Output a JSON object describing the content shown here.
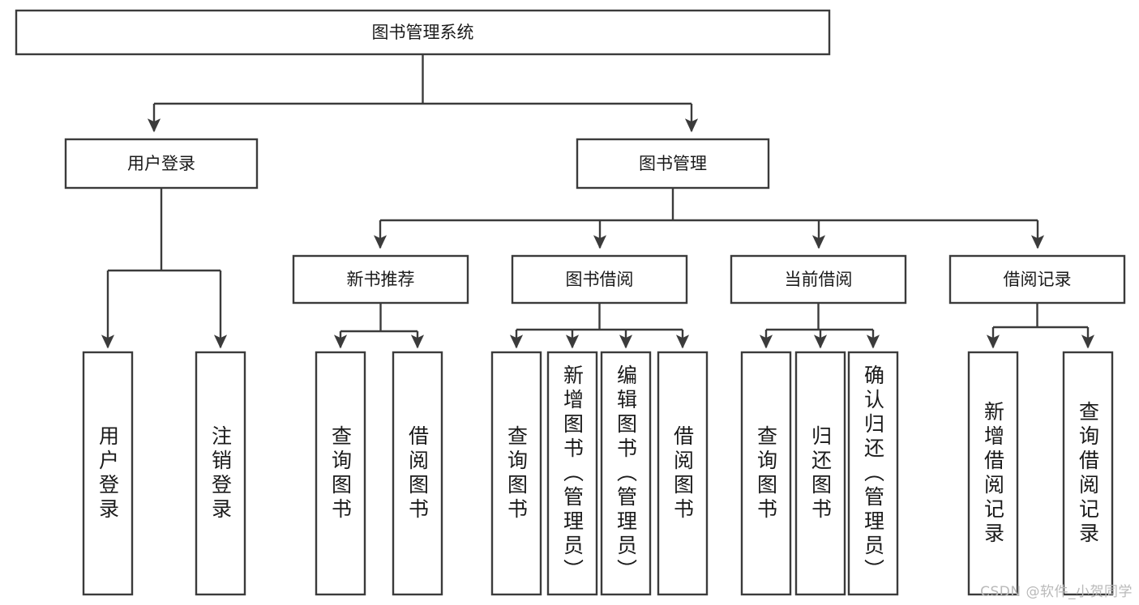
{
  "diagram": {
    "title_node": {
      "label": "图书管理系统"
    },
    "level2": [
      {
        "id": "user-login",
        "label": "用户登录"
      },
      {
        "id": "book-management",
        "label": "图书管理"
      }
    ],
    "level3": [
      {
        "id": "new-book-recommend",
        "label": "新书推荐"
      },
      {
        "id": "book-borrow",
        "label": "图书借阅"
      },
      {
        "id": "current-borrow",
        "label": "当前借阅"
      },
      {
        "id": "borrow-record",
        "label": "借阅记录"
      }
    ],
    "leaves": {
      "user-login": [
        {
          "id": "leaf-user-login",
          "label": "用户登录"
        },
        {
          "id": "leaf-logout-login",
          "label": "注销登录"
        }
      ],
      "new-book-recommend": [
        {
          "id": "leaf-query-book-1",
          "label": "查询图书"
        },
        {
          "id": "leaf-borrow-book-1",
          "label": "借阅图书"
        }
      ],
      "book-borrow": [
        {
          "id": "leaf-query-book-2",
          "label": "查询图书"
        },
        {
          "id": "leaf-add-book",
          "label": "新增图书（管理员）"
        },
        {
          "id": "leaf-edit-book",
          "label": "编辑图书（管理员）"
        },
        {
          "id": "leaf-borrow-book-2",
          "label": "借阅图书"
        }
      ],
      "current-borrow": [
        {
          "id": "leaf-query-book-3",
          "label": "查询图书"
        },
        {
          "id": "leaf-return-book",
          "label": "归还图书"
        },
        {
          "id": "leaf-confirm-return",
          "label": "确认归还（管理员）"
        }
      ],
      "borrow-record": [
        {
          "id": "leaf-add-record",
          "label": "新增借阅记录"
        },
        {
          "id": "leaf-query-record",
          "label": "查询借阅记录"
        }
      ]
    }
  },
  "watermark": {
    "text": "CSDN @软件_小贺同学"
  },
  "colors": {
    "stroke": "#3b3b3b",
    "fill": "#ffffff",
    "text": "#1a1a1a",
    "watermark": "#b9b9b9"
  }
}
